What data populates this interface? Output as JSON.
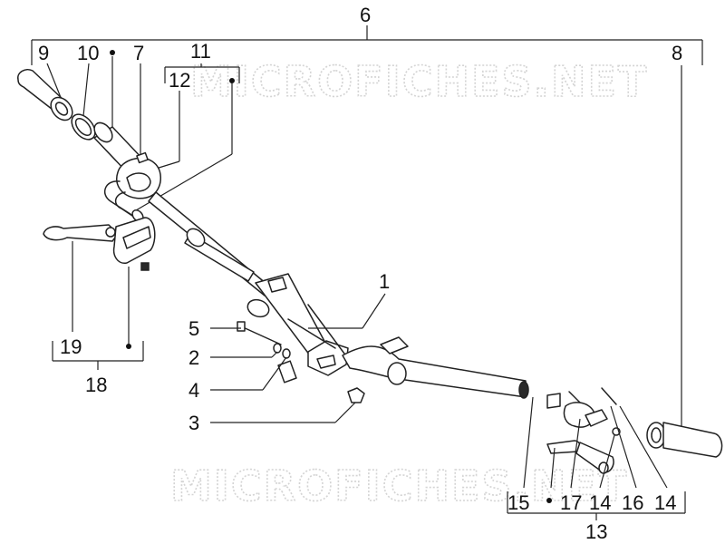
{
  "watermark": {
    "top": "MICROFICHES.NET",
    "bottom": "MICROFICHES.NET"
  },
  "labels": {
    "n1": "1",
    "n2": "2",
    "n3": "3",
    "n4": "4",
    "n5": "5",
    "n6": "6",
    "n7": "7",
    "n8": "8",
    "n9": "9",
    "n10": "10",
    "n11": "11",
    "n12": "12",
    "n13": "13",
    "n14a": "14",
    "n14b": "14",
    "n15": "15",
    "n16": "16",
    "n17": "17",
    "n18": "18",
    "n19": "19"
  },
  "icons": {
    "handlebar": "handlebar-icon",
    "grip-left": "grip-icon",
    "grip-right": "grip-icon",
    "brake-lever": "lever-icon",
    "master-cylinder": "master-cylinder-icon"
  }
}
